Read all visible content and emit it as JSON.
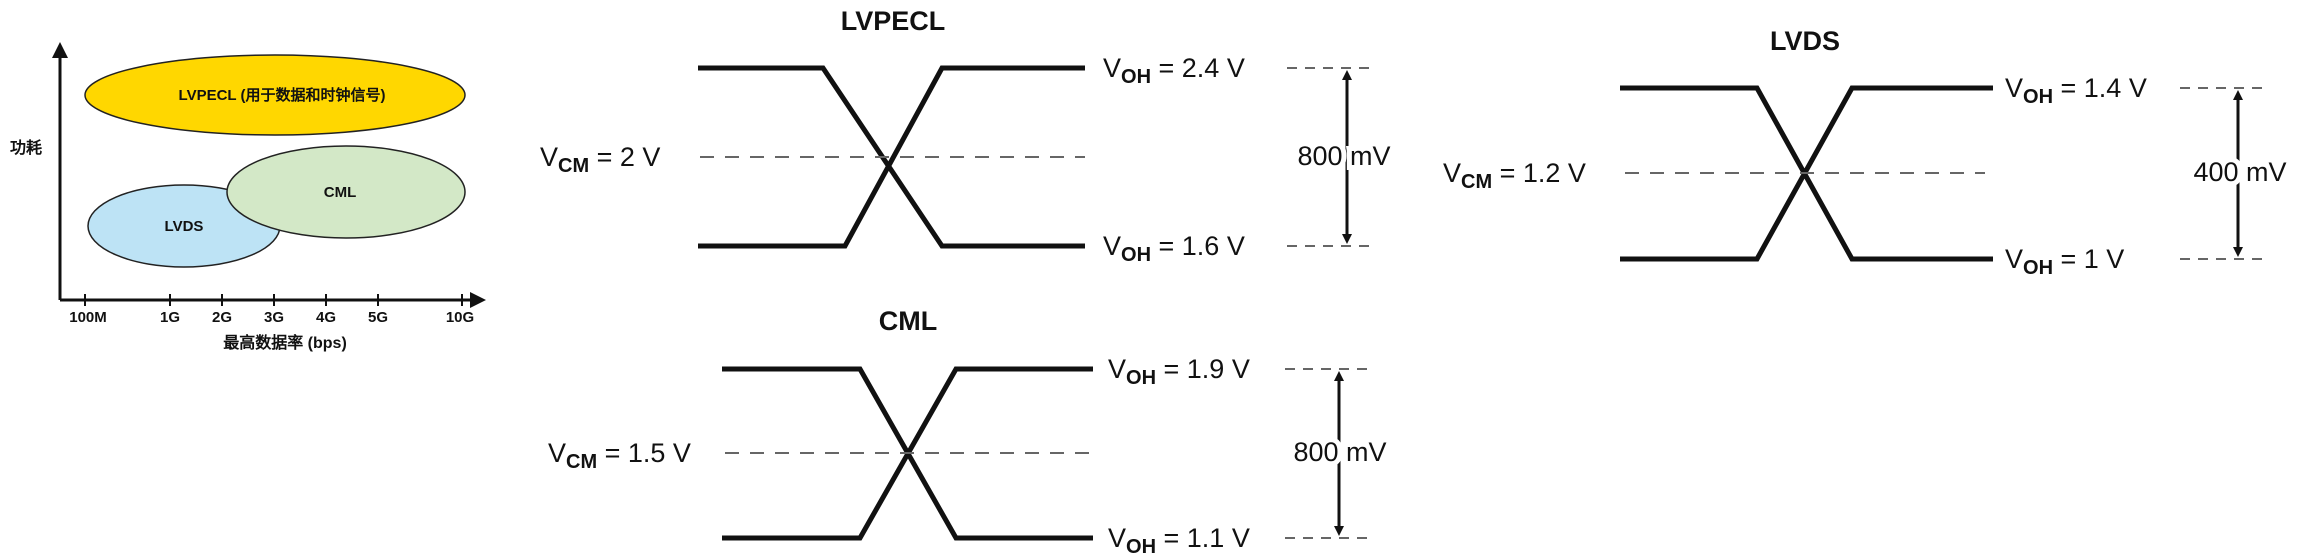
{
  "bubble_chart": {
    "y_label": "功耗",
    "x_label": "最高数据率 (bps)",
    "x_ticks": [
      "100M",
      "1G",
      "2G",
      "3G",
      "4G",
      "5G",
      "10G"
    ],
    "bubbles": [
      {
        "label": "LVPECL (用于数据和时钟信号)",
        "color": "#FFD700"
      },
      {
        "label": "CML",
        "color": "#D3E8C7"
      },
      {
        "label": "LVDS",
        "color": "#BDE3F5"
      }
    ]
  },
  "lvpecl": {
    "title": "LVPECL",
    "vcm_prefix": "V",
    "vcm_sub": "CM",
    "vcm_value": " = 2 V",
    "voh_high_prefix": "V",
    "voh_high_sub": "OH",
    "voh_high_value": " = 2.4 V",
    "voh_low_prefix": "V",
    "voh_low_sub": "OH",
    "voh_low_value": " = 1.6 V",
    "swing": "800 mV"
  },
  "cml": {
    "title": "CML",
    "vcm_prefix": "V",
    "vcm_sub": "CM",
    "vcm_value": " = 1.5 V",
    "voh_high_prefix": "V",
    "voh_high_sub": "OH",
    "voh_high_value": " = 1.9 V",
    "voh_low_prefix": "V",
    "voh_low_sub": "OH",
    "voh_low_value": " = 1.1 V",
    "swing": "800 mV"
  },
  "lvds": {
    "title": "LVDS",
    "vcm_prefix": "V",
    "vcm_sub": "CM",
    "vcm_value": " = 1.2 V",
    "voh_high_prefix": "V",
    "voh_high_sub": "OH",
    "voh_high_value": " = 1.4 V",
    "voh_low_prefix": "V",
    "voh_low_sub": "OH",
    "voh_low_value": " = 1 V",
    "swing": "400 mV"
  }
}
